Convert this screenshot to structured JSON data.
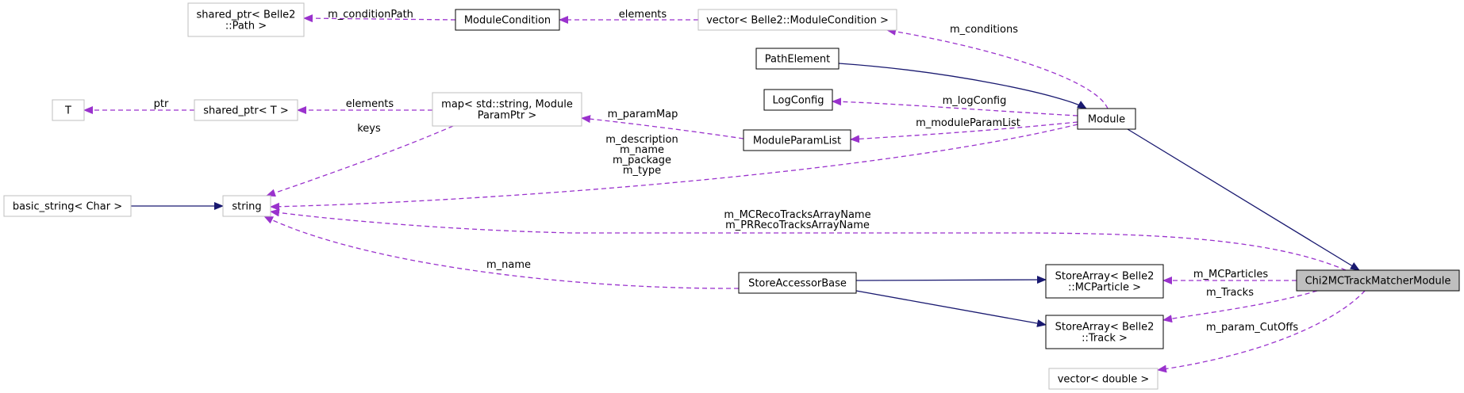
{
  "colors": {
    "inheritance": "#191970",
    "usage": "#9A32CD",
    "undocumented_border": "#BFBFBF",
    "documented_border": "#000000",
    "highlight_fill": "#BFBFBF"
  },
  "nodes": [
    {
      "id": "chi2",
      "lines": [
        "Chi2MCTrackMatcherModule"
      ],
      "style": "highlight"
    },
    {
      "id": "module",
      "lines": [
        "Module"
      ],
      "style": "documented"
    },
    {
      "id": "pathelement",
      "lines": [
        "PathElement"
      ],
      "style": "documented"
    },
    {
      "id": "logconfig",
      "lines": [
        "LogConfig"
      ],
      "style": "documented"
    },
    {
      "id": "moduleparamlist",
      "lines": [
        "ModuleParamList"
      ],
      "style": "documented"
    },
    {
      "id": "mapparam",
      "lines": [
        "map< std::string, Module",
        "ParamPtr >"
      ],
      "style": "undocumented"
    },
    {
      "id": "sharedT",
      "lines": [
        "shared_ptr< T >"
      ],
      "style": "undocumented"
    },
    {
      "id": "T",
      "lines": [
        "T"
      ],
      "style": "undocumented"
    },
    {
      "id": "string",
      "lines": [
        "string"
      ],
      "style": "undocumented"
    },
    {
      "id": "basicstring",
      "lines": [
        "basic_string< Char >"
      ],
      "style": "undocumented"
    },
    {
      "id": "modulecondition",
      "lines": [
        "ModuleCondition"
      ],
      "style": "documented"
    },
    {
      "id": "sharedpath",
      "lines": [
        "shared_ptr< Belle2",
        "::Path >"
      ],
      "style": "undocumented"
    },
    {
      "id": "vectorcond",
      "lines": [
        "vector< Belle2::ModuleCondition >"
      ],
      "style": "undocumented"
    },
    {
      "id": "storeaccessor",
      "lines": [
        "StoreAccessorBase"
      ],
      "style": "documented"
    },
    {
      "id": "storemcp",
      "lines": [
        "StoreArray< Belle2",
        "::MCParticle >"
      ],
      "style": "documented"
    },
    {
      "id": "storetrack",
      "lines": [
        "StoreArray< Belle2",
        "::Track >"
      ],
      "style": "documented"
    },
    {
      "id": "vectordouble",
      "lines": [
        "vector< double >"
      ],
      "style": "undocumented"
    }
  ],
  "edges": [
    {
      "from": "module",
      "to": "chi2",
      "kind": "inheritance"
    },
    {
      "from": "pathelement",
      "to": "module",
      "kind": "inheritance"
    },
    {
      "from": "basicstring",
      "to": "string",
      "kind": "inheritance"
    },
    {
      "from": "storeaccessor",
      "to": "storemcp",
      "kind": "inheritance"
    },
    {
      "from": "storeaccessor",
      "to": "storetrack",
      "kind": "inheritance"
    },
    {
      "from": "sharedpath",
      "to": "modulecondition",
      "kind": "usage",
      "label": [
        "m_conditionPath"
      ]
    },
    {
      "from": "modulecondition",
      "to": "vectorcond",
      "kind": "usage",
      "label": [
        "elements"
      ]
    },
    {
      "from": "vectorcond",
      "to": "module",
      "kind": "usage",
      "label": [
        "m_conditions"
      ]
    },
    {
      "from": "logconfig",
      "to": "module",
      "kind": "usage",
      "label": [
        "m_logConfig"
      ]
    },
    {
      "from": "moduleparamlist",
      "to": "module",
      "kind": "usage",
      "label": [
        "m_moduleParamList"
      ]
    },
    {
      "from": "mapparam",
      "to": "moduleparamlist",
      "kind": "usage",
      "label": [
        "m_paramMap"
      ]
    },
    {
      "from": "sharedT",
      "to": "mapparam",
      "kind": "usage",
      "label": [
        "elements"
      ]
    },
    {
      "from": "T",
      "to": "sharedT",
      "kind": "usage",
      "label": [
        "ptr"
      ]
    },
    {
      "from": "string",
      "to": "mapparam",
      "kind": "usage",
      "label": [
        "keys"
      ]
    },
    {
      "from": "string",
      "to": "module",
      "kind": "usage",
      "label": [
        "m_description",
        "m_name",
        "m_package",
        "m_type"
      ]
    },
    {
      "from": "string",
      "to": "chi2",
      "kind": "usage",
      "label": [
        "m_MCRecoTracksArrayName",
        "m_PRRecoTracksArrayName"
      ]
    },
    {
      "from": "string",
      "to": "storeaccessor",
      "kind": "usage",
      "label": [
        "m_name"
      ]
    },
    {
      "from": "storemcp",
      "to": "chi2",
      "kind": "usage",
      "label": [
        "m_MCParticles"
      ]
    },
    {
      "from": "storetrack",
      "to": "chi2",
      "kind": "usage",
      "label": [
        "m_Tracks"
      ]
    },
    {
      "from": "vectordouble",
      "to": "chi2",
      "kind": "usage",
      "label": [
        "m_param_CutOffs"
      ]
    }
  ]
}
